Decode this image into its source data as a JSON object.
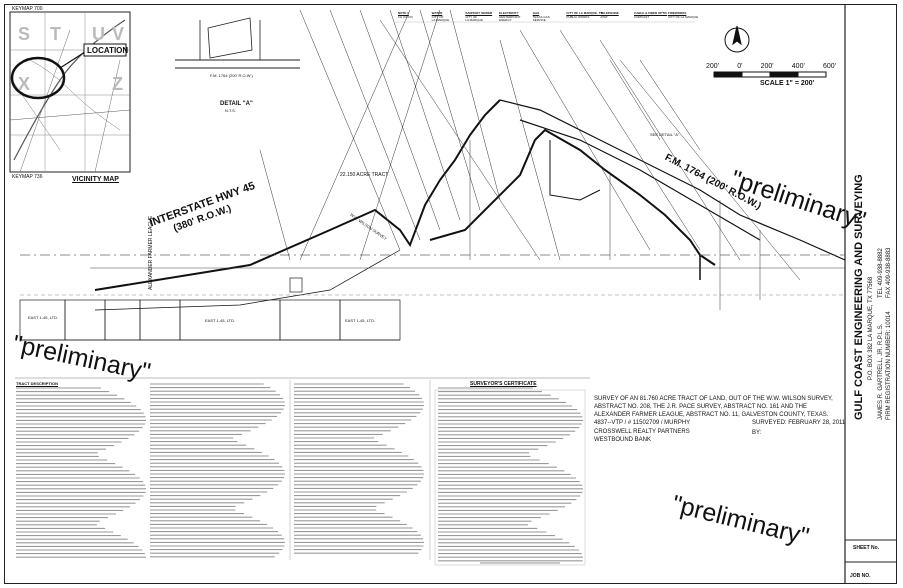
{
  "vicinity": {
    "title": "VICINITY MAP",
    "keymap_top": "KEYMAP 700",
    "keymap_bottom": "KEYMAP 736",
    "location_label": "LOCATION"
  },
  "detail": {
    "title": "DETAIL \"A\"",
    "scale": "N.T.S.",
    "road": "F.M. 1764 (200' R.O.W.)"
  },
  "utilities_header": [
    {
      "title": "NOTE 1",
      "lines": [
        "FH (XXXX)"
      ]
    },
    {
      "title": "WATER",
      "lines": [
        "CITY OF",
        "LA MARQUE"
      ]
    },
    {
      "title": "SANITARY SEWER",
      "lines": [
        "CITY OF",
        "LA MARQUE"
      ]
    },
    {
      "title": "ELECTRICITY",
      "lines": [
        "CENTERPOINT",
        "ENERGY"
      ]
    },
    {
      "title": "GAS",
      "lines": [
        "TEXAS GAS",
        "SERVICE"
      ]
    },
    {
      "title": "CITY OF LA MARQUE, TX",
      "lines": [
        "PUBLIC WORKS"
      ]
    },
    {
      "title": "TELEPHONE",
      "lines": [
        "AT&T"
      ]
    },
    {
      "title": "CABLE & FIBER OPTIC",
      "lines": [
        "COMCAST"
      ]
    },
    {
      "title": "FIREWORKS",
      "lines": [
        "CITY OF LA MARQUE"
      ]
    }
  ],
  "scale": {
    "ticks": [
      "200'",
      "0'",
      "200'",
      "400'",
      "600'"
    ],
    "label": "SCALE 1\" = 200'"
  },
  "map_labels": {
    "interstate": "INTERSTATE HWY 45",
    "interstate_row": "(380' R.O.W.)",
    "fm": "F.M. 1764 (200' R.O.W.)",
    "acre_tract": "22.150 ACRE TRACT",
    "wilson": "W.W. WILSON SURVEY",
    "farmer": "ALEXANDER FARMER LEAGUE",
    "see_detail": "SEE DETAIL \"A\"",
    "east": "EAST 1-45, LTD."
  },
  "preliminary": [
    "\"preliminary\"",
    "\"preliminary\"",
    "\"preliminary\""
  ],
  "survey": {
    "description": "SURVEY OF AN 81.760 ACRE TRACT OF LAND, OUT OF THE W.W. WILSON SURVEY, ABSTRACT NO. 208, THE J.R. PACE SURVEY, ABSTRACT NO. 161 AND THE ALEXANDER FARMER LEAGUE, ABSTRACT NO. 11, GALVESTON COUNTY, TEXAS.",
    "gf_line": "4837--VTP / # 11502709 / MURPHY",
    "parties": [
      "CROSSWELL REALTY PARTNERS",
      "WESTBOUND BANK"
    ],
    "surveyed": "SURVEYED: FEBRUARY 28, 2011",
    "by": "BY:"
  },
  "sections": {
    "tract_description": "TRACT DESCRIPTION",
    "surveyors_certificate": "SURVEYOR'S CERTIFICATE"
  },
  "title_block": {
    "company": "GULF COAST ENGINEERING AND SURVEYING",
    "address": "P.O. BOX 382 LA MARQUE, TX 77568",
    "surveyor": "JAMES R. GARTRELL, JR. R.P.L.S.",
    "firm": "FIRM REGISTRATION NUMBER: 10014",
    "tel": "TEL 409-938-8882",
    "fax": "FAX 409-938-8883",
    "sheet_no": "SHEET No.",
    "job_no": "JOB NO."
  }
}
